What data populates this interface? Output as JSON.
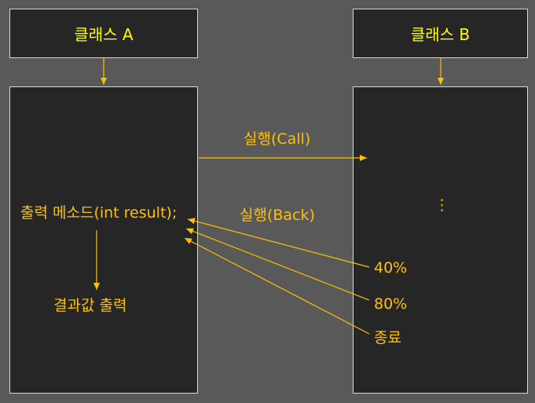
{
  "class_a": {
    "title": "클래스 A"
  },
  "class_b": {
    "title": "클래스 B"
  },
  "labels": {
    "call": "실행(Call)",
    "back": "실행(Back)",
    "method": "출력 메소드(int result);",
    "result": "결과값 출력",
    "ellipsis": "⋮",
    "p40": "40%",
    "p80": "80%",
    "end": "종료"
  },
  "colors": {
    "background": "#595959",
    "box_fill": "#262626",
    "box_border": "#d9d9d9",
    "title_text": "#ffff00",
    "label_text": "#ffc000",
    "arrow": "#ffc000"
  }
}
